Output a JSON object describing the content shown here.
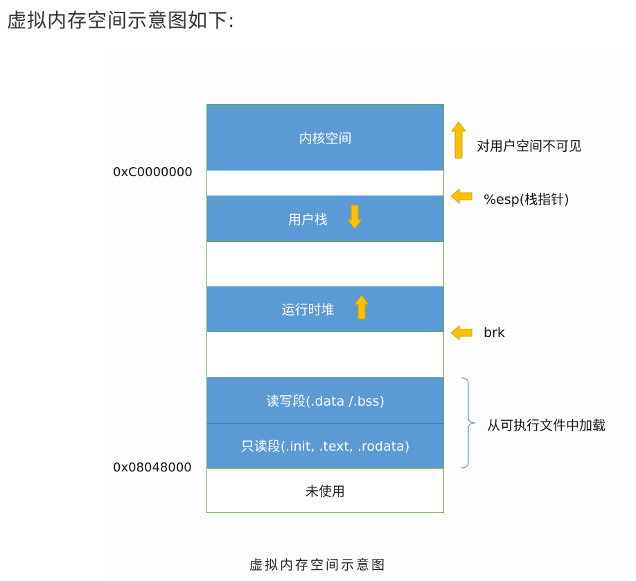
{
  "heading": "虚拟内存空间示意图如下:",
  "segments": {
    "kernel": "内核空间",
    "user_stack": "用户栈",
    "heap": "运行时堆",
    "rw": "读写段(.data  /.bss)",
    "ro": "只读段(.init, .text, .rodata)",
    "unused": "未使用"
  },
  "addresses": {
    "top": "0xC0000000",
    "bottom": "0x08048000"
  },
  "notes": {
    "kernel": "对用户空间不可见",
    "esp": "%esp(栈指针)",
    "brk": "brk",
    "loaded": "从可执行文件中加载"
  },
  "caption": "虚拟内存空间示意图",
  "colors": {
    "segment_blue": "#5b9bd5",
    "arrow_fill": "#ffc000",
    "arrow_stroke": "#d4a000",
    "brace": "#5b9bd5"
  },
  "icons": {
    "stack_growth": "arrow-down-icon",
    "heap_growth": "arrow-up-icon",
    "kernel_marker": "arrow-up-icon",
    "esp_pointer": "arrow-left-icon",
    "brk_pointer": "arrow-left-icon"
  }
}
